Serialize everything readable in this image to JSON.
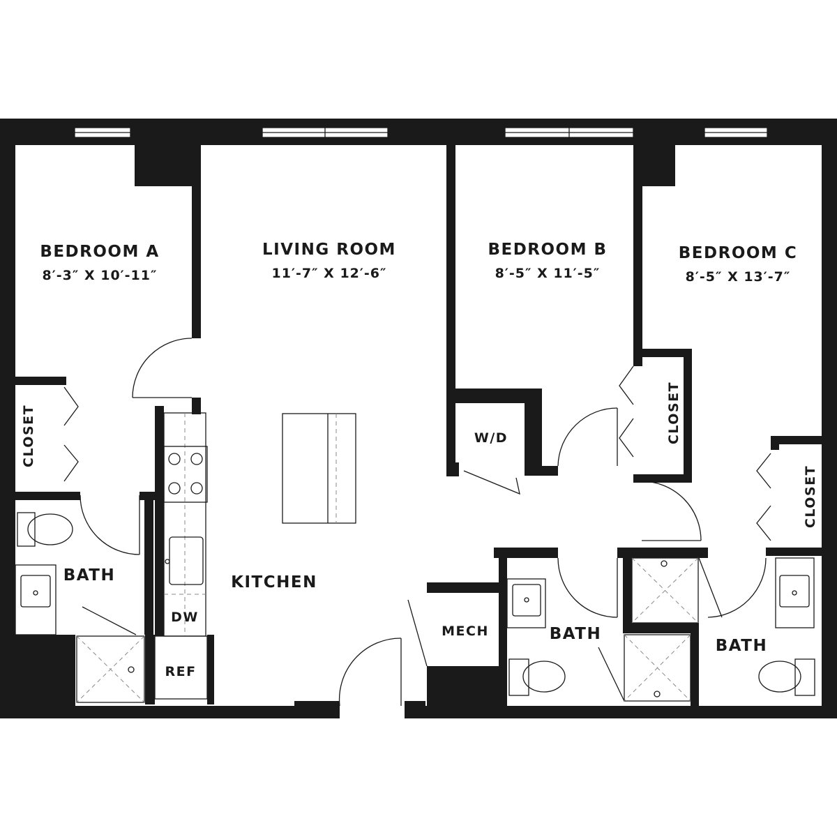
{
  "rooms": {
    "bedroom_a": {
      "name": "BEDROOM A",
      "dims": "8′-3″ X 10′-11″"
    },
    "living_room": {
      "name": "LIVING ROOM",
      "dims": "11′-7″ X 12′-6″"
    },
    "bedroom_b": {
      "name": "BEDROOM B",
      "dims": "8′-5″ X 11′-5″"
    },
    "bedroom_c": {
      "name": "BEDROOM C",
      "dims": "8′-5″ X 13′-7″"
    },
    "kitchen": {
      "name": "KITCHEN"
    },
    "bath_a": {
      "name": "BATH"
    },
    "bath_b": {
      "name": "BATH"
    },
    "bath_c": {
      "name": "BATH"
    },
    "mech": {
      "name": "MECH"
    }
  },
  "fixtures": {
    "closet_a": "CLOSET",
    "closet_b": "CLOSET",
    "closet_c": "CLOSET",
    "washer_dryer": "W/D",
    "dishwasher": "DW",
    "refrigerator": "REF"
  },
  "colors": {
    "wall": "#1a1a1a",
    "background": "#ffffff"
  },
  "icons": [
    "window-icon",
    "door-swing-icon",
    "toilet-icon",
    "sink-icon",
    "shower-icon",
    "stove-icon"
  ]
}
